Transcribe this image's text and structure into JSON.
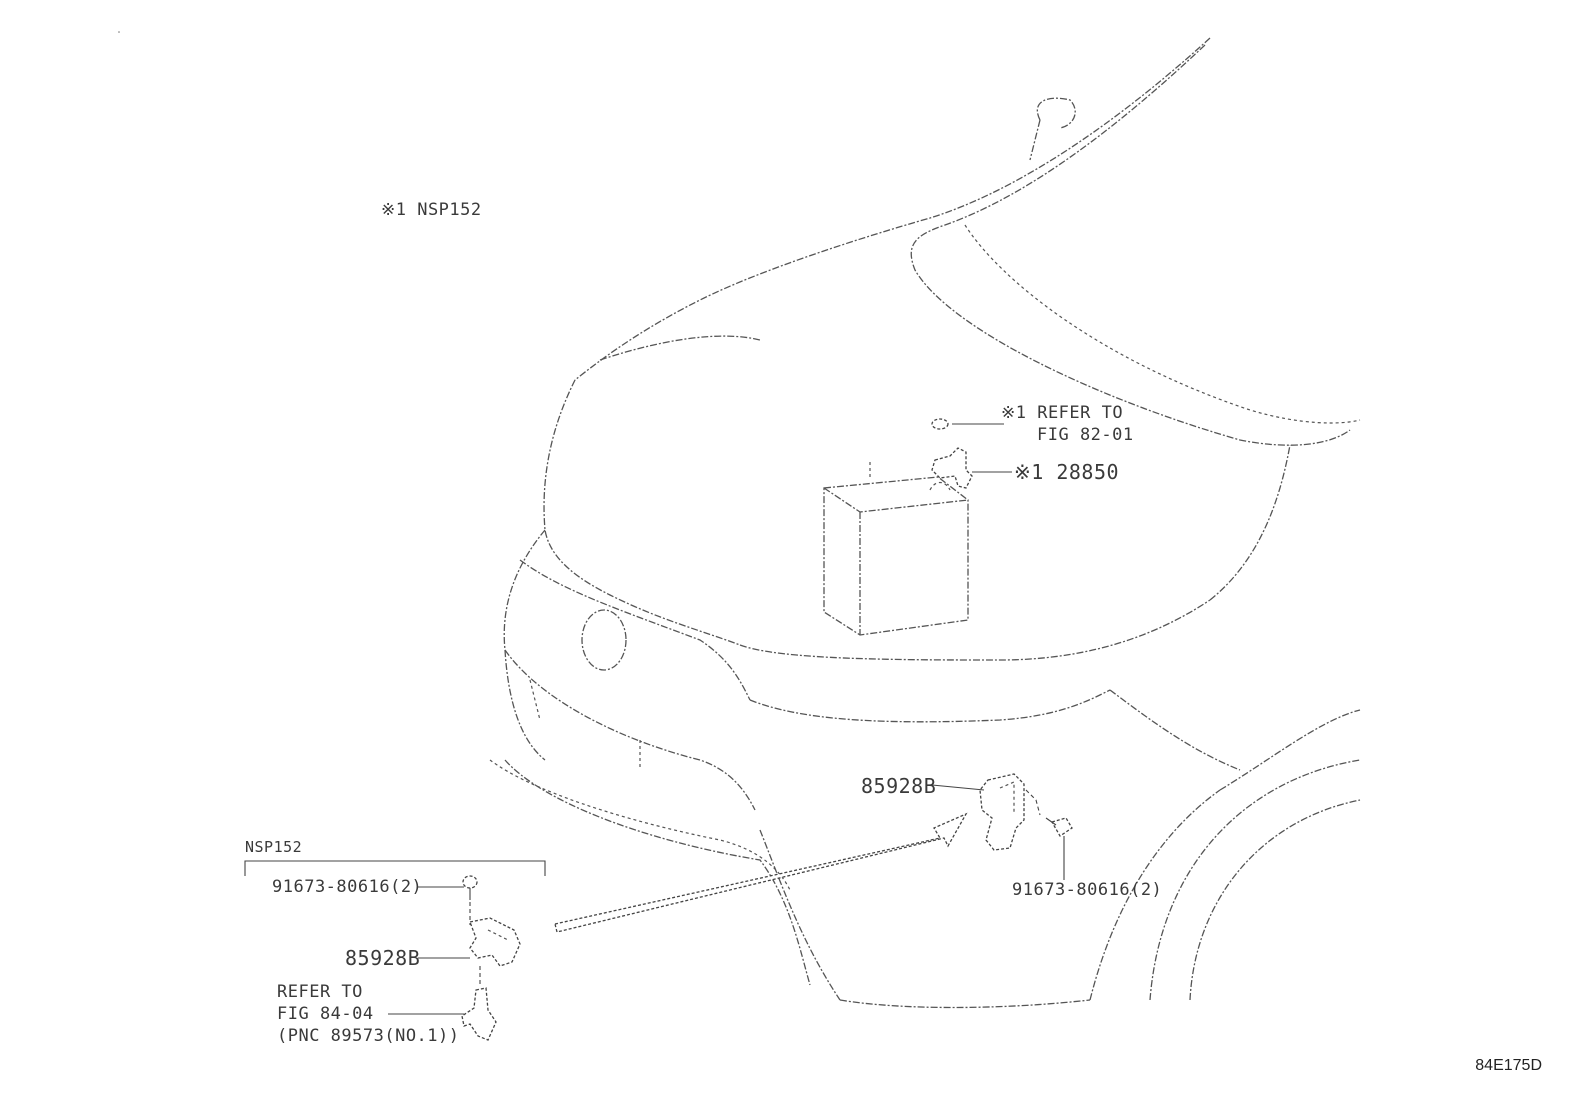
{
  "note_top": "※1 NSP152",
  "labels": {
    "refer_fig_82": [
      "※1 REFER TO",
      "FIG 82-01"
    ],
    "sensor_28850": "※1 28850",
    "part_85928b_main": "85928B",
    "bolt_main": "91673-80616(2)",
    "group_title": "NSP152",
    "bolt_inset": "91673-80616(2)",
    "part_85928b_inset": "85928B",
    "refer_fig_84": [
      "REFER TO",
      "FIG 84-04",
      "(PNC 89573(NO.1))"
    ]
  },
  "figure_code": "84E175D"
}
